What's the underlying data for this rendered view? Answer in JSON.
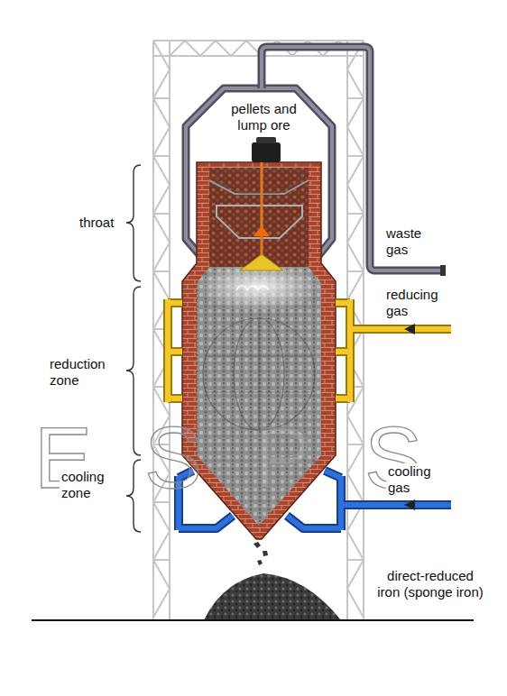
{
  "diagram": {
    "labels": [
      "pellets and lump ore",
      "throat",
      "waste gas",
      "reducing gas",
      "reduction zone",
      "cooling gas",
      "cooling zone",
      "direct-reduced iron (sponge iron)",
      "ESPS"
    ]
  }
}
